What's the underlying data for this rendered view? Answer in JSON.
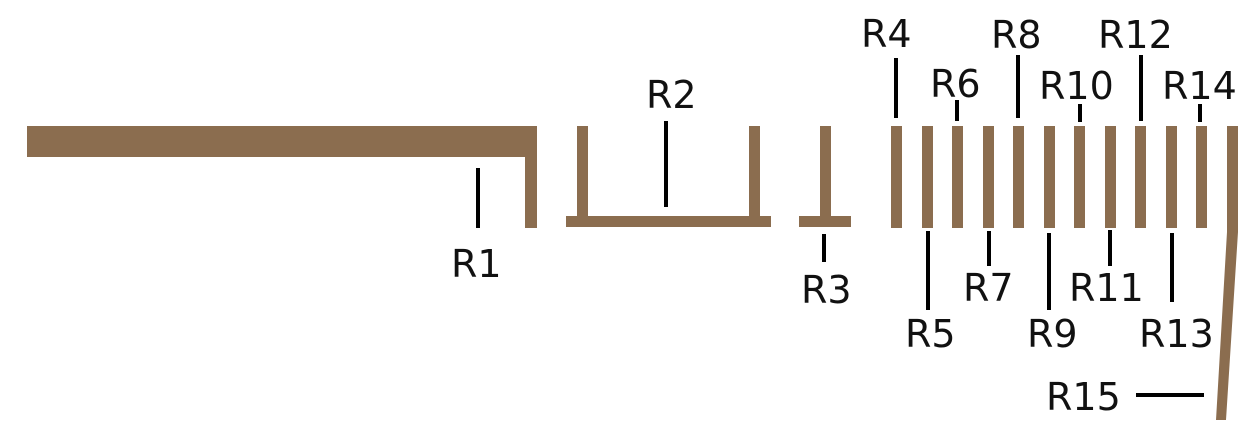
{
  "colors": {
    "shape": "#8B6D4F",
    "leader": "#000000",
    "text": "#111111"
  },
  "labels": [
    "R1",
    "R2",
    "R3",
    "R4",
    "R5",
    "R6",
    "R7",
    "R8",
    "R9",
    "R10",
    "R11",
    "R12",
    "R13",
    "R14",
    "R15"
  ]
}
